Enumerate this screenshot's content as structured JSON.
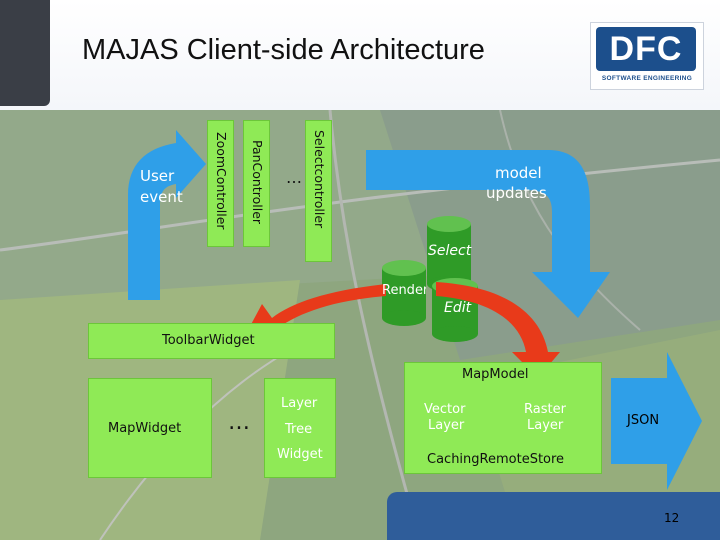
{
  "slide": {
    "title": "MAJAS Client-side Architecture",
    "page_number": "12",
    "logo": {
      "main": "DFC",
      "sub": "SOFTWARE ENGINEERING"
    }
  },
  "controllers": {
    "zoom": "ZoomController",
    "pan": "PanController",
    "ellipsis": "…",
    "select": "Selectcontroller"
  },
  "arrows": {
    "user_event": [
      "User",
      "event"
    ],
    "model_updates": [
      "model",
      "updates"
    ],
    "json": "JSON"
  },
  "cylinders": {
    "select": "Select",
    "render": "Render",
    "edit": "Edit"
  },
  "widgets": {
    "toolbar": "ToolbarWidget",
    "map": "MapWidget",
    "ellipsis": "…",
    "layer_tree": [
      "Layer",
      "Tree",
      "Widget"
    ]
  },
  "model": {
    "map_model": "MapModel",
    "vector_layer": [
      "Vector",
      "Layer"
    ],
    "raster_layer": [
      "Raster",
      "Layer"
    ],
    "caching": "CachingRemoteStore"
  },
  "colors": {
    "green_box": "#8fea56",
    "arrow_blue": "#2f9fe8",
    "cylinder_green": "#2f9b27",
    "red_arrow": "#e83a1a",
    "footer_blue": "#2f5d9a",
    "logo_blue": "#1c4f8c"
  }
}
